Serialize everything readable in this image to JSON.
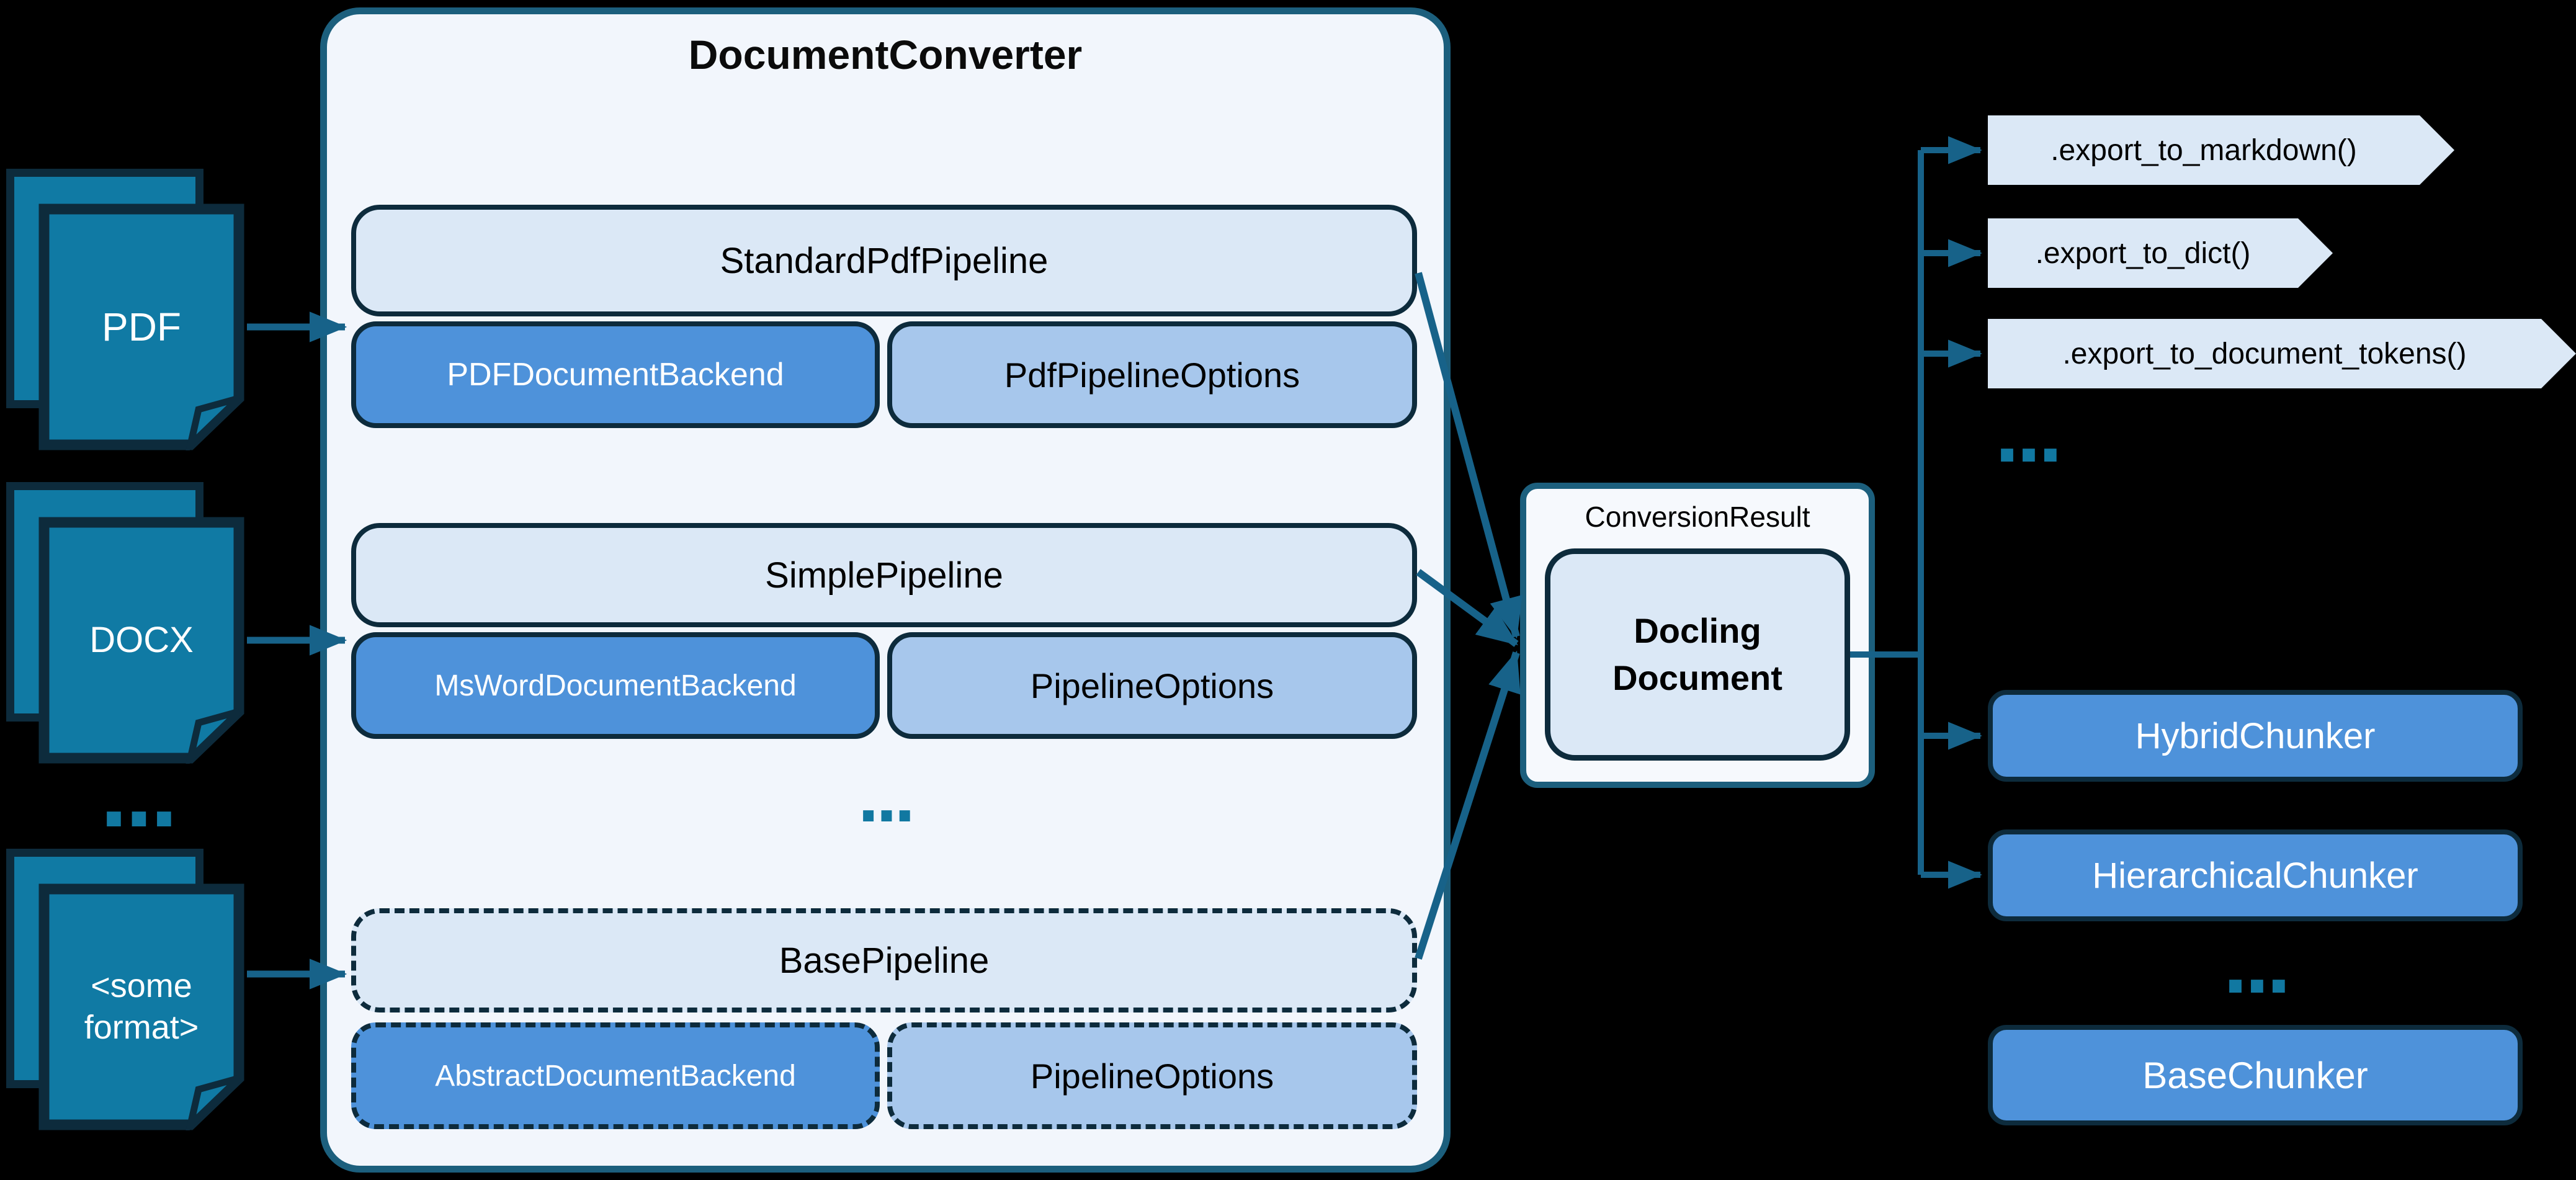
{
  "colors": {
    "background": "#000000",
    "connector_teal": "#176289",
    "document_icon_teal": "#107AA4",
    "dark_border": "#0D2B3C",
    "panel_border_teal": "#1C5F7D",
    "panel_background": "#F2F6FC",
    "light_blue_fill": "#DBE8F6",
    "medium_blue_fill": "#A7C7EC",
    "strong_blue_fill": "#4E92DA"
  },
  "inputs": {
    "pdf_label": "PDF",
    "docx_label": "DOCX",
    "other_label": "<some format>",
    "ellipsis": "..."
  },
  "converter": {
    "title": "DocumentConverter",
    "ellipsis": "...",
    "pipelines": [
      {
        "name": "StandardPdfPipeline",
        "backend": "PDFDocumentBackend",
        "options": "PdfPipelineOptions"
      },
      {
        "name": "SimplePipeline",
        "backend": "MsWordDocumentBackend",
        "options": "PipelineOptions"
      },
      {
        "name": "BasePipeline",
        "backend": "AbstractDocumentBackend",
        "options": "PipelineOptions"
      }
    ]
  },
  "result": {
    "label": "ConversionResult",
    "document": "Docling Document"
  },
  "exports": {
    "items": [
      ".export_to_markdown()",
      ".export_to_dict()",
      ".export_to_document_tokens()"
    ],
    "ellipsis": "..."
  },
  "chunkers": {
    "items": [
      "HybridChunker",
      "HierarchicalChunker"
    ],
    "ellipsis": "...",
    "base": "BaseChunker"
  }
}
